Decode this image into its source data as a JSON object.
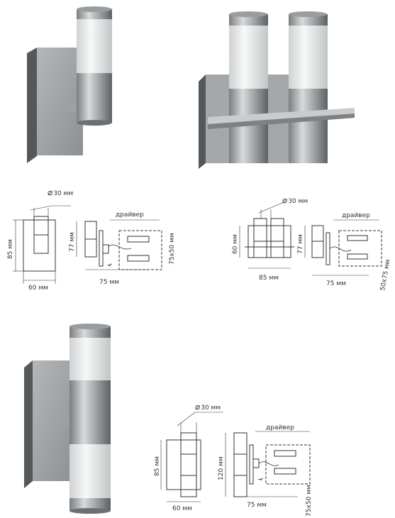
{
  "diagram1": {
    "diameter": "30 мм",
    "height": "85 мм",
    "width": "60 мм",
    "side_height": "77 мм",
    "depth": "75 мм",
    "driver": "драйвер",
    "box": "75x50 мм"
  },
  "diagram2": {
    "diameter": "30 мм",
    "height": "60 мм",
    "width": "85 мм",
    "side_height": "77 мм",
    "depth": "75 мм",
    "driver": "драйвер",
    "box": "50x75 мм"
  },
  "diagram3": {
    "diameter": "30 мм",
    "height": "85 мм",
    "width": "60 мм",
    "side_height": "120 мм",
    "depth": "75 мм",
    "driver": "драйвер",
    "box": "75x50 мм"
  },
  "colors": {
    "metal_dark": "#6d7072",
    "metal_light": "#d9dbdc",
    "frosted": "#eef0f0",
    "line": "#333333"
  }
}
